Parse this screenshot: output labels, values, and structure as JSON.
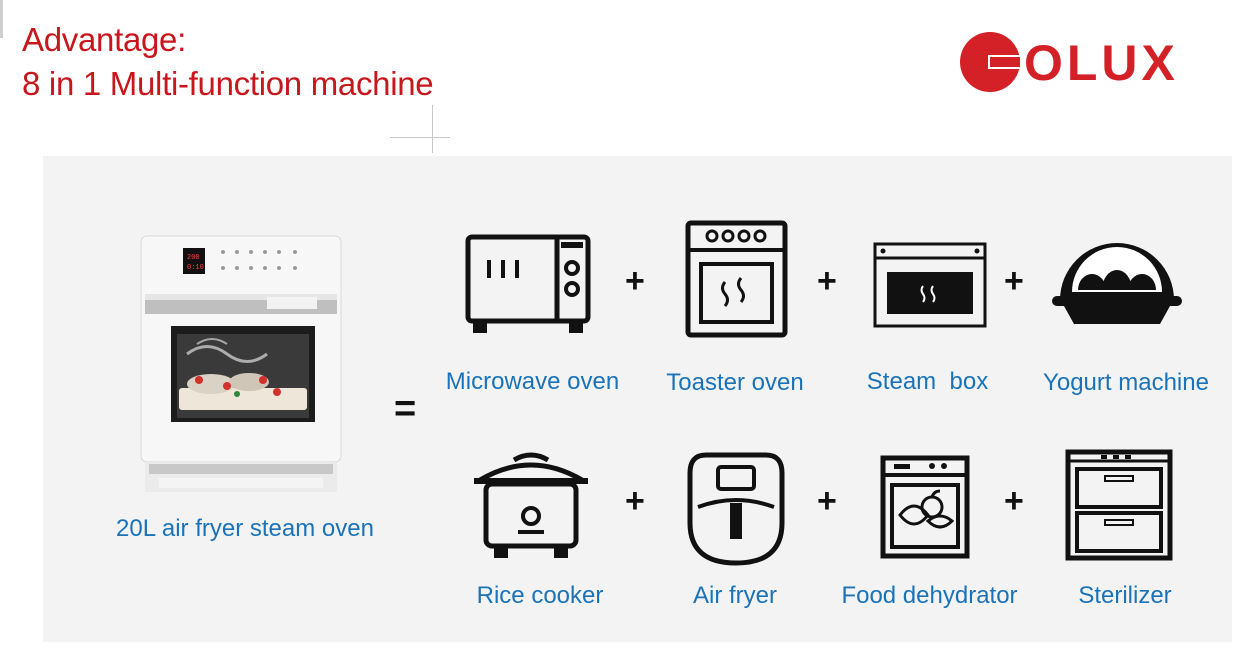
{
  "title": {
    "line1": "Advantage:",
    "line2": "8 in 1 Multi-function machine"
  },
  "brand": {
    "logo_text": "GOLUX",
    "color": "#d42027"
  },
  "main_product": {
    "label": "20L air fryer steam oven",
    "icon": "steam-oven-photo"
  },
  "operators": {
    "equals": "=",
    "plus": "+"
  },
  "functions": [
    {
      "label": "Microwave oven",
      "icon": "microwave-icon"
    },
    {
      "label": "Toaster oven",
      "icon": "toaster-oven-icon"
    },
    {
      "label": "Steam  box",
      "icon": "steam-box-icon"
    },
    {
      "label": "Yogurt machine",
      "icon": "yogurt-machine-icon"
    },
    {
      "label": "Rice cooker",
      "icon": "rice-cooker-icon"
    },
    {
      "label": "Air fryer",
      "icon": "air-fryer-icon"
    },
    {
      "label": "Food dehydrator",
      "icon": "food-dehydrator-icon"
    },
    {
      "label": "Sterilizer",
      "icon": "sterilizer-icon"
    }
  ],
  "colors": {
    "title": "#c8161d",
    "label": "#1a73b8",
    "panel": "#f3f3f3",
    "icon": "#111111"
  }
}
